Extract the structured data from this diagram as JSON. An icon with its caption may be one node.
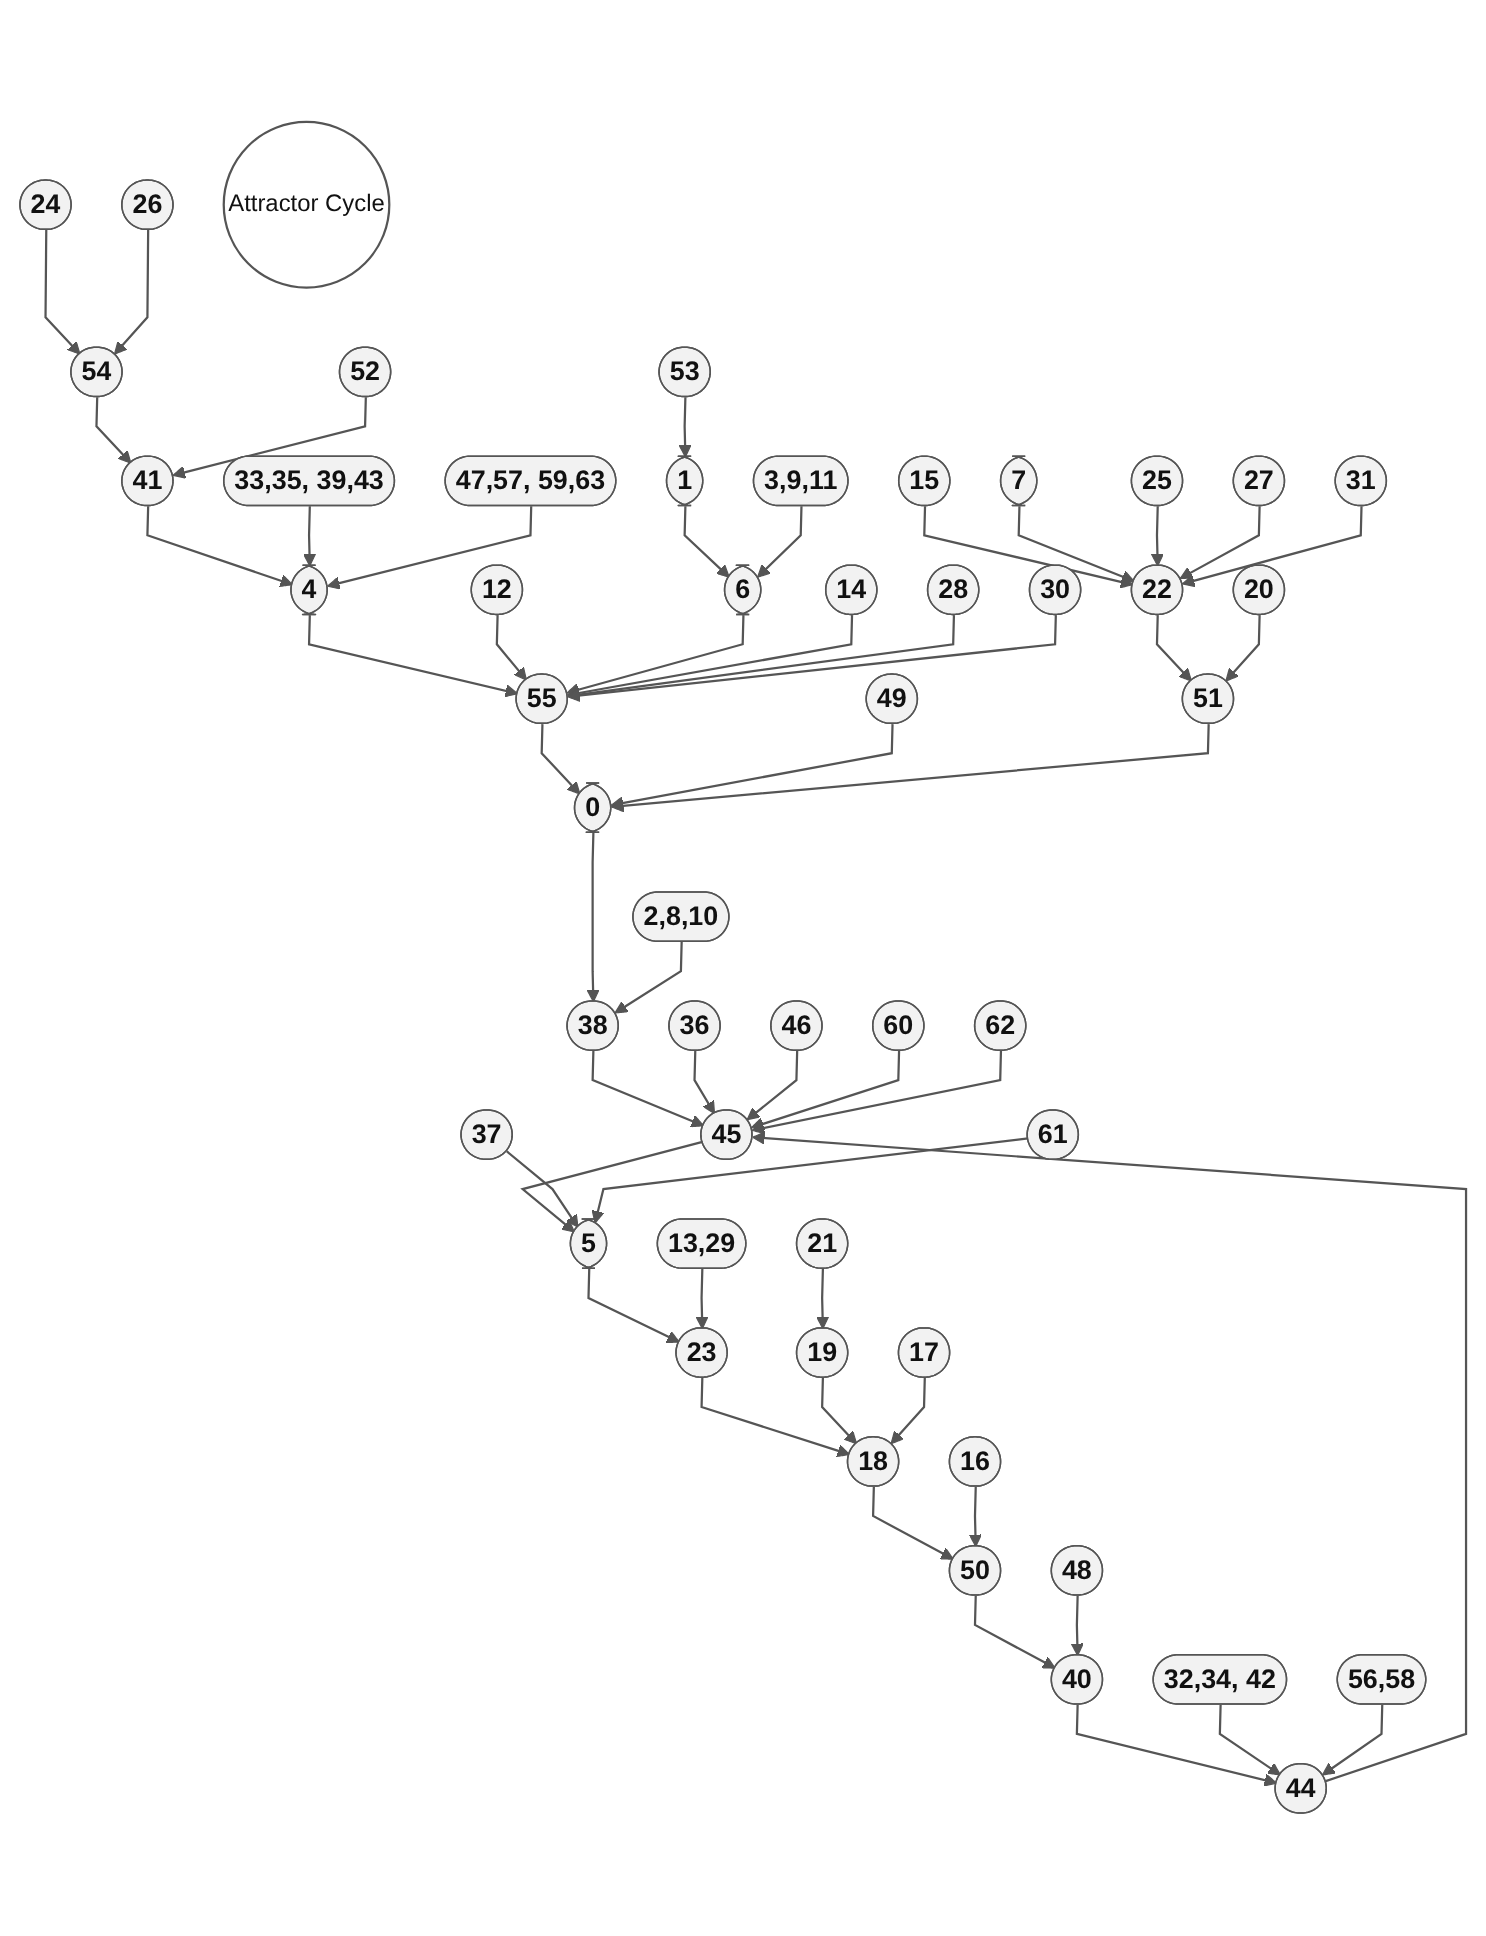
{
  "diagram": {
    "nodes": [
      {
        "text": [
          "24"
        ]
      },
      {
        "text": [
          "26"
        ]
      },
      {
        "text": [
          "54"
        ]
      },
      {
        "text": [
          "52"
        ]
      },
      {
        "text": [
          "33,35, 39,43"
        ]
      },
      {
        "text": [
          "41"
        ]
      },
      {
        "text": [
          "47,57, 59,63"
        ]
      },
      {
        "text": [
          "15"
        ]
      },
      {
        "text": [
          "7"
        ]
      },
      {
        "text": [
          "25"
        ]
      },
      {
        "text": [
          "22"
        ]
      },
      {
        "text": [
          "4"
        ]
      },
      {
        "text": [
          "3,9,11"
        ]
      },
      {
        "text": [
          "12"
        ]
      },
      {
        "text": [
          "20"
        ]
      },
      {
        "text": [
          "6"
        ]
      },
      {
        "text": [
          "1"
        ]
      },
      {
        "text": [
          "53"
        ]
      },
      {
        "text": [
          "27"
        ]
      },
      {
        "text": [
          "51"
        ]
      },
      {
        "text": [
          "49"
        ]
      },
      {
        "text": [
          "55"
        ]
      },
      {
        "text": [
          "14"
        ]
      },
      {
        "text": [
          "31"
        ]
      },
      {
        "text": [
          "0"
        ]
      },
      {
        "text": [
          "2,8,10"
        ]
      },
      {
        "text": [
          "28"
        ]
      },
      {
        "text": [
          "30"
        ]
      },
      {
        "text": [
          "36"
        ]
      },
      {
        "text": [
          "46"
        ]
      },
      {
        "text": [
          "38"
        ]
      },
      {
        "text": [
          "60"
        ]
      },
      {
        "text": [
          "62"
        ]
      },
      {
        "text": [
          "45"
        ]
      },
      {
        "text": [
          "32,34, 42"
        ]
      },
      {
        "text": [
          "37"
        ]
      },
      {
        "text": [
          "5"
        ]
      },
      {
        "text": [
          "44"
        ]
      },
      {
        "text": [
          "56,58"
        ]
      },
      {
        "text": [
          "61"
        ]
      },
      {
        "text": [
          "Attractor Cycle"
        ]
      },
      {
        "text": [
          "13,29"
        ]
      },
      {
        "text": [
          "23"
        ]
      },
      {
        "text": [
          "40"
        ]
      },
      {
        "text": [
          "48"
        ]
      },
      {
        "text": [
          "18"
        ]
      },
      {
        "text": [
          "50"
        ]
      },
      {
        "text": [
          "21"
        ]
      },
      {
        "text": [
          "19"
        ]
      },
      {
        "text": [
          "17"
        ]
      },
      {
        "text": [
          "16"
        ]
      }
    ],
    "edges": [
      {
        "from": 0,
        "to": 2,
        "arrow": "to"
      },
      {
        "from": 1,
        "to": 2,
        "arrow": "to"
      },
      {
        "from": 2,
        "to": 5,
        "arrow": "to"
      },
      {
        "from": 3,
        "to": 5,
        "arrow": "to"
      },
      {
        "from": 5,
        "to": 11,
        "arrow": "to"
      },
      {
        "from": 4,
        "to": 11,
        "arrow": "to"
      },
      {
        "from": 6,
        "to": 11,
        "arrow": "to"
      },
      {
        "from": 11,
        "to": 21,
        "arrow": "to"
      },
      {
        "from": 13,
        "to": 21,
        "arrow": "to"
      },
      {
        "from": 15,
        "to": 21,
        "arrow": "to"
      },
      {
        "from": 16,
        "to": 15,
        "arrow": "to"
      },
      {
        "from": 12,
        "to": 15,
        "arrow": "to"
      },
      {
        "from": 17,
        "to": 16,
        "arrow": "to"
      },
      {
        "from": 22,
        "to": 21,
        "arrow": "to"
      },
      {
        "from": 26,
        "to": 21,
        "arrow": "to"
      },
      {
        "from": 27,
        "to": 21,
        "arrow": "to"
      },
      {
        "from": 21,
        "to": 24,
        "arrow": "to"
      },
      {
        "from": 20,
        "to": 24,
        "arrow": "to"
      },
      {
        "from": 19,
        "to": 24,
        "arrow": "to"
      },
      {
        "from": 10,
        "to": 19,
        "arrow": "to"
      },
      {
        "from": 14,
        "to": 19,
        "arrow": "to"
      },
      {
        "from": 7,
        "to": 10,
        "arrow": "to"
      },
      {
        "from": 8,
        "to": 10,
        "arrow": "to"
      },
      {
        "from": 9,
        "to": 10,
        "arrow": "to"
      },
      {
        "from": 18,
        "to": 10,
        "arrow": "to"
      },
      {
        "from": 23,
        "to": 10,
        "arrow": "to"
      },
      {
        "from": 24,
        "to": 30,
        "arrow": "to"
      },
      {
        "from": 25,
        "to": 30,
        "arrow": "to"
      },
      {
        "from": 30,
        "to": 33,
        "arrow": "to"
      },
      {
        "from": 28,
        "to": 33,
        "arrow": "to"
      },
      {
        "from": 29,
        "to": 33,
        "arrow": "to"
      },
      {
        "from": 31,
        "to": 33,
        "arrow": "to"
      },
      {
        "from": 32,
        "to": 33,
        "arrow": "to"
      },
      {
        "from": 37,
        "to": 33,
        "arrow": "to"
      },
      {
        "from": 33,
        "to": 36,
        "arrow": "to"
      },
      {
        "from": 35,
        "to": 36,
        "arrow": "to"
      },
      {
        "from": 39,
        "to": 36,
        "arrow": "to"
      },
      {
        "from": 36,
        "to": 42,
        "arrow": "to"
      },
      {
        "from": 41,
        "to": 42,
        "arrow": "to"
      },
      {
        "from": 42,
        "to": 45,
        "arrow": "to"
      },
      {
        "from": 48,
        "to": 45,
        "arrow": "to"
      },
      {
        "from": 47,
        "to": 48,
        "arrow": "to"
      },
      {
        "from": 49,
        "to": 45,
        "arrow": "to"
      },
      {
        "from": 45,
        "to": 46,
        "arrow": "to"
      },
      {
        "from": 50,
        "to": 46,
        "arrow": "to"
      },
      {
        "from": 46,
        "to": 43,
        "arrow": "to"
      },
      {
        "from": 44,
        "to": 43,
        "arrow": "to"
      },
      {
        "from": 43,
        "to": 37,
        "arrow": "to"
      },
      {
        "from": 34,
        "to": 37,
        "arrow": "to"
      },
      {
        "from": 38,
        "to": 37,
        "arrow": "to"
      }
    ]
  }
}
